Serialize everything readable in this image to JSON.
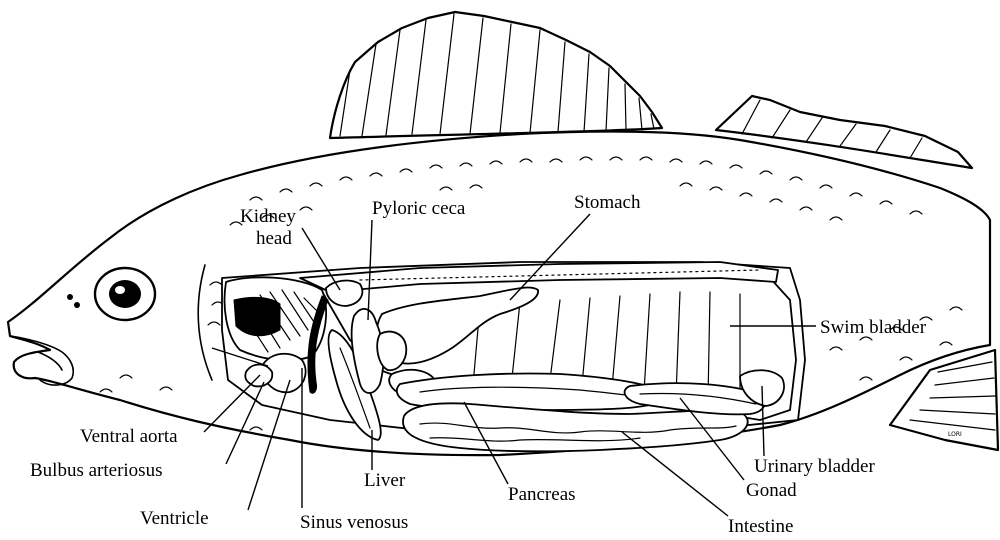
{
  "labels": {
    "kidney_head_1": "Kidney",
    "kidney_head_2": "head",
    "pyloric_ceca": "Pyloric ceca",
    "stomach": "Stomach",
    "swim_bladder": "Swim bladder",
    "ventral_aorta": "Ventral aorta",
    "bulbus_arteriosus": "Bulbus arteriosus",
    "ventricle": "Ventricle",
    "sinus_venosus": "Sinus venosus",
    "liver": "Liver",
    "pancreas": "Pancreas",
    "urinary_bladder": "Urinary bladder",
    "gonad": "Gonad",
    "intestine": "Intestine"
  },
  "signature": "LORI"
}
